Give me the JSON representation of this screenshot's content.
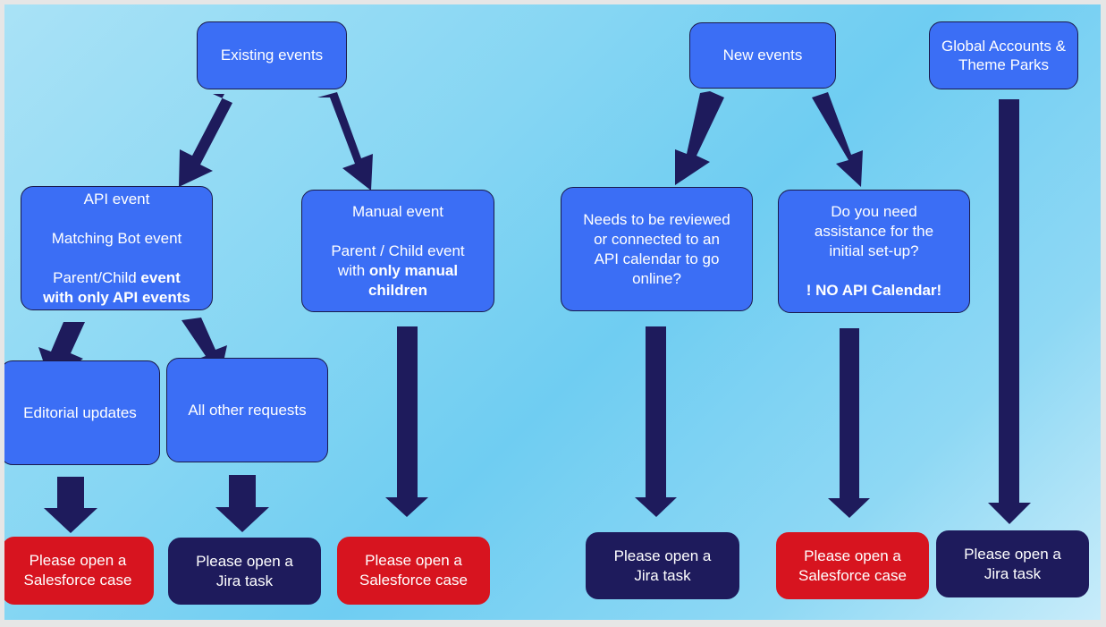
{
  "nodes": {
    "existing_events": "Existing events",
    "new_events": "New events",
    "global_accounts": [
      "Global Accounts &",
      "Theme Parks"
    ],
    "api_event": {
      "line1": "API event",
      "line2": "Matching Bot event",
      "line3_regular": "Parent/Child ",
      "line3_bold": "event",
      "line4_bold": "with only API events"
    },
    "manual_event": {
      "line1": "Manual event",
      "line2": "Parent / Child event",
      "line3_regular": "with ",
      "line3_bold": "only manual",
      "line4_bold": "children"
    },
    "needs_review": [
      "Needs to be reviewed",
      "or connected to an",
      "API calendar to go",
      "online?"
    ],
    "assistance": {
      "lines": [
        "Do you need",
        "assistance for the",
        "initial set-up?"
      ],
      "warning": "! NO API Calendar!"
    },
    "editorial_updates": "Editorial updates",
    "all_other_requests": "All other requests"
  },
  "outcomes": {
    "salesforce_1": [
      "Please open a",
      "Salesforce case"
    ],
    "jira_1": [
      "Please open a",
      "Jira task"
    ],
    "salesforce_2": [
      "Please open a",
      "Salesforce case"
    ],
    "jira_2": [
      "Please open a",
      "Jira task"
    ],
    "salesforce_3": [
      "Please open a",
      "Salesforce case"
    ],
    "jira_3": [
      "Please open a",
      "Jira task"
    ]
  },
  "colors": {
    "process_box": "#3b6ef5",
    "salesforce_box": "#d7141f",
    "jira_box": "#1e1b5c",
    "arrow": "#1e1b5c"
  }
}
